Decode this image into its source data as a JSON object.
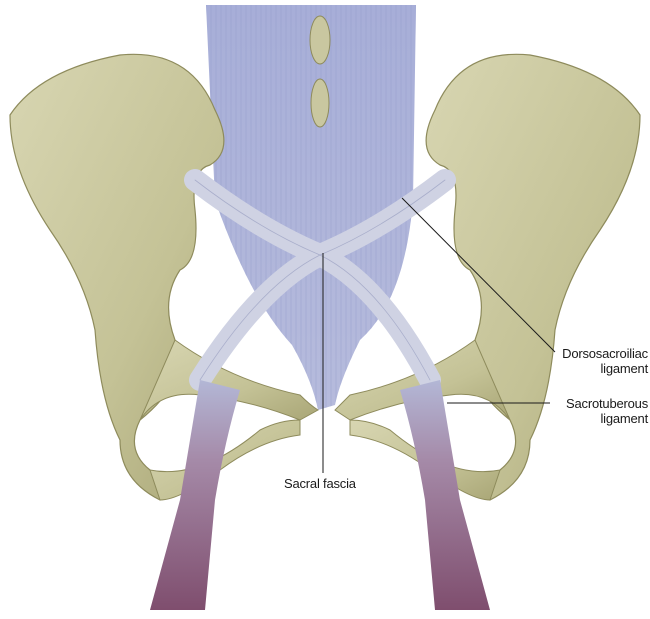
{
  "figure": {
    "subject": "Posterior pelvis ligaments",
    "colors": {
      "bone": "#c9c7a0",
      "bone_shadow": "#8e8b5c",
      "ligament": "#c9cde0",
      "fascia": "#a9b0d6",
      "muscle": "#8a5a78",
      "line": "#1a1a1a"
    }
  },
  "labels": {
    "dorsosacroiliac": {
      "line1": "Dorsosacroiliac",
      "line2": "ligament"
    },
    "sacrotuberous": {
      "line1": "Sacrotuberous",
      "line2": "ligament"
    },
    "sacral_fascia": {
      "text": "Sacral fascia"
    }
  }
}
